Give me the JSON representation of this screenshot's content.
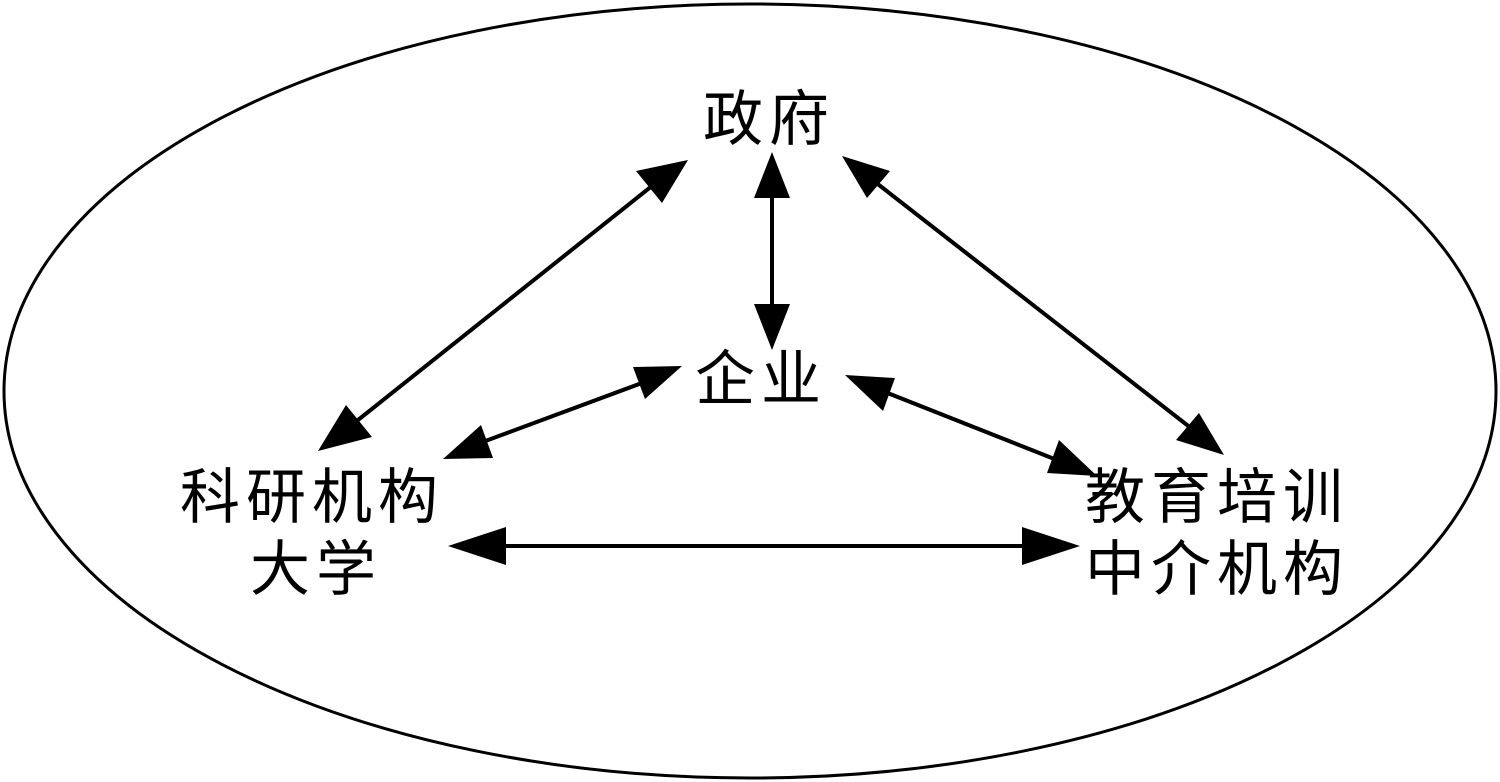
{
  "nodes": {
    "government": "政府",
    "enterprise": "企业",
    "research_line1": "科研机构",
    "research_line2": "大学",
    "education_line1": "教育培训",
    "education_line2": "中介机构"
  },
  "edges": [
    {
      "from": "government",
      "to": "research",
      "direction": "both"
    },
    {
      "from": "government",
      "to": "enterprise",
      "direction": "both"
    },
    {
      "from": "government",
      "to": "education",
      "direction": "both"
    },
    {
      "from": "enterprise",
      "to": "research",
      "direction": "both"
    },
    {
      "from": "enterprise",
      "to": "education",
      "direction": "both"
    },
    {
      "from": "research",
      "to": "education",
      "direction": "both"
    }
  ],
  "colors": {
    "stroke": "#000000",
    "background": "#ffffff"
  }
}
